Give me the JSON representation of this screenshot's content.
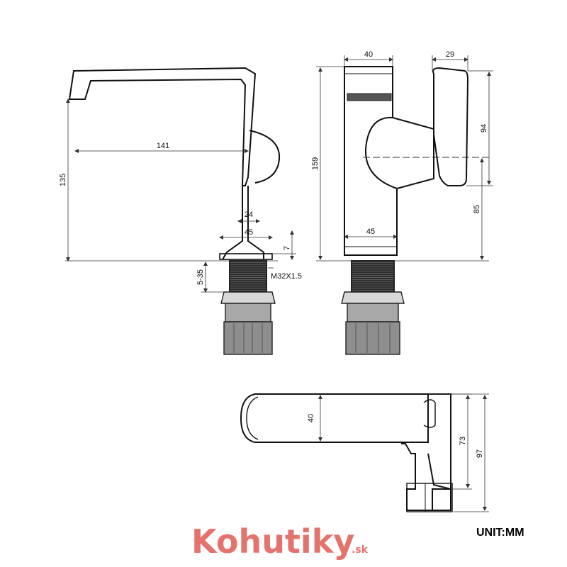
{
  "dimensions": {
    "spout_length": "141",
    "height_total": "135",
    "body_width_24": "24",
    "base_width_45": "45",
    "base_height_7": "7",
    "thickness_range": "5-35",
    "thread": "M32X1.5",
    "top_width_40": "40",
    "handle_width_29": "29",
    "side_height_159": "159",
    "handle_height_94": "94",
    "handle_offset_85": "85",
    "side_base_45": "45",
    "plan_width_40": "40",
    "plan_depth_73": "73",
    "plan_depth_97": "97"
  },
  "unit_label": "UNIT:MM",
  "brand": {
    "name": "Kohutiky",
    "suffix": ".sk",
    "color": "#e4736e"
  },
  "colors": {
    "line": "#111111",
    "dim_line": "#333333",
    "thread_fill": "#3a3a3a",
    "nut_fill": "#9a9a9a"
  }
}
